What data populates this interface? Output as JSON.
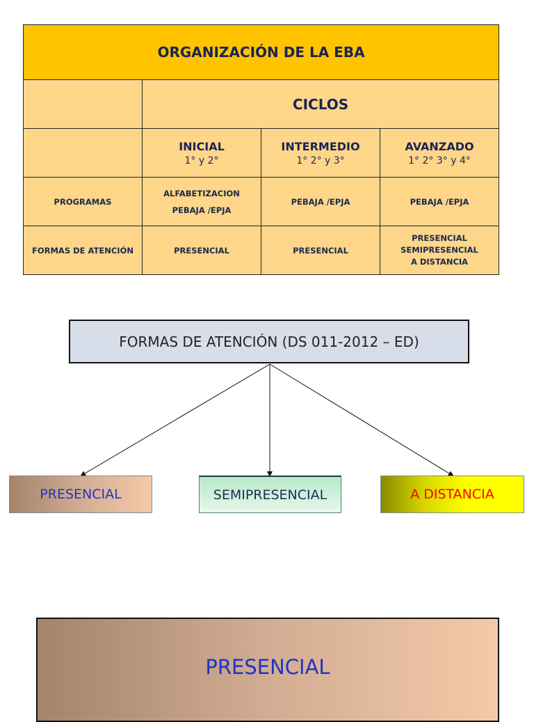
{
  "table": {
    "title": "ORGANIZACIÓN DE LA EBA",
    "ciclos_label": "CICLOS",
    "levels": [
      {
        "name": "INICIAL",
        "grades": "1° y 2°"
      },
      {
        "name": "INTERMEDIO",
        "grades": "1° 2° y 3°"
      },
      {
        "name": "AVANZADO",
        "grades": "1° 2° 3° y 4°"
      }
    ],
    "programas": {
      "label": "PROGRAMAS",
      "inicial_line1": "ALFABETIZACION",
      "inicial_line2": "PEBAJA /EPJA",
      "intermedio": "PEBAJA /EPJA",
      "avanzado": "PEBAJA /EPJA"
    },
    "formas": {
      "label": "FORMAS DE ATENCIÓN",
      "inicial": "PRESENCIAL",
      "intermedio": "PRESENCIAL",
      "avanzado_line1": "PRESENCIAL",
      "avanzado_line2": "SEMIPRESENCIAL",
      "avanzado_line3": "A DISTANCIA"
    }
  },
  "diagram": {
    "root": "FORMAS DE ATENCIÓN (DS 011-2012 – ED)",
    "children": [
      "PRESENCIAL",
      "SEMIPRESENCIAL",
      "A DISTANCIA"
    ]
  },
  "section": {
    "title": "PRESENCIAL"
  },
  "colors": {
    "table_title_bg": "#fec400",
    "table_cell_bg": "#fdd68a",
    "root_box_bg": "#d8dee9",
    "distancia_text": "#ff0000",
    "presencial_text": "#1f35c0"
  }
}
